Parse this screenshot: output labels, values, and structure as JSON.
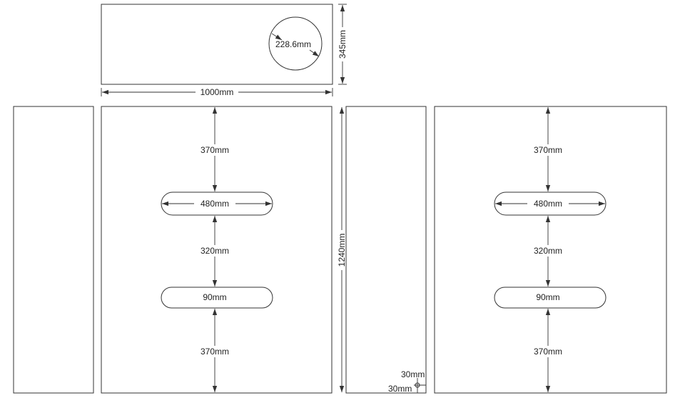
{
  "top_panel": {
    "circle_diameter": "228.6mm",
    "height": "345mm",
    "width": "1000mm"
  },
  "front_panel_left": {
    "top_gap": "370mm",
    "slot_width": "480mm",
    "between_gap": "320mm",
    "slot_height": "90mm",
    "bottom_gap": "370mm"
  },
  "side_panel": {
    "height": "1240mm",
    "hole_offset_top": "30mm",
    "hole_offset_side": "30mm"
  },
  "front_panel_right": {
    "top_gap": "370mm",
    "slot_width": "480mm",
    "between_gap": "320mm",
    "slot_height": "90mm",
    "bottom_gap": "370mm"
  },
  "colors": {
    "line": "#333333",
    "background": "#ffffff"
  }
}
